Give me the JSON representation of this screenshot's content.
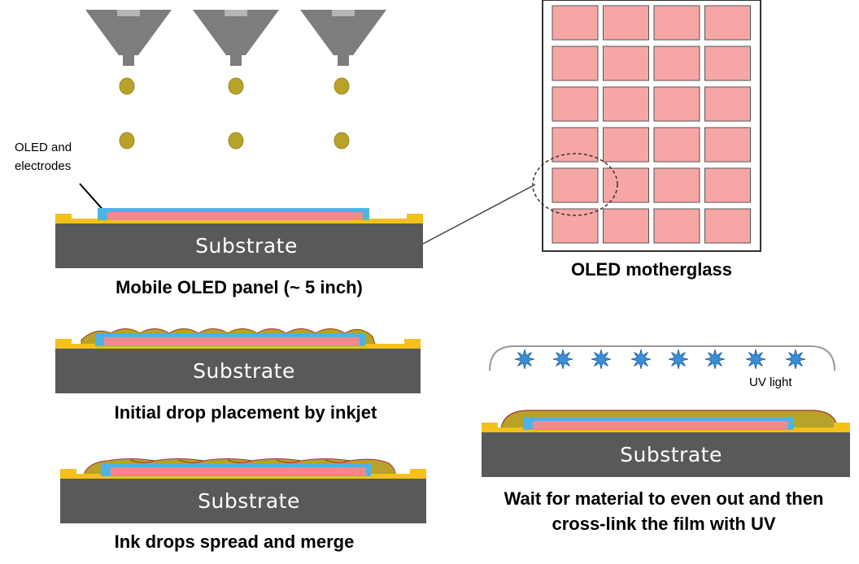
{
  "labels": {
    "oled_electrodes_line1": "OLED and",
    "oled_electrodes_line2": "electrodes",
    "motherglass": "OLED motherglass",
    "uv_light": "UV light"
  },
  "substrate_label": "Substrate",
  "captions": {
    "panel": "Mobile OLED panel (~ 5 inch)",
    "initial": "Initial drop placement by inkjet",
    "spread": "Ink drops spread and merge",
    "wait_line1": "Wait for material to even out and then",
    "wait_line2": "cross-link the film with UV"
  },
  "motherglass_grid": {
    "rows": 6,
    "cols": 4
  },
  "colors": {
    "substrate": "#58595b",
    "electrode": "#f5c01a",
    "blue_layer": "#4db3e6",
    "oled_layer": "#f08a8e",
    "ink": "#b8a22a",
    "ink_outline": "#a0352e",
    "nozzle": "#808080",
    "nozzle_light": "#b0b0b0",
    "cell_fill": "#f7a6a6",
    "uv_star": "#3a8fd8"
  }
}
